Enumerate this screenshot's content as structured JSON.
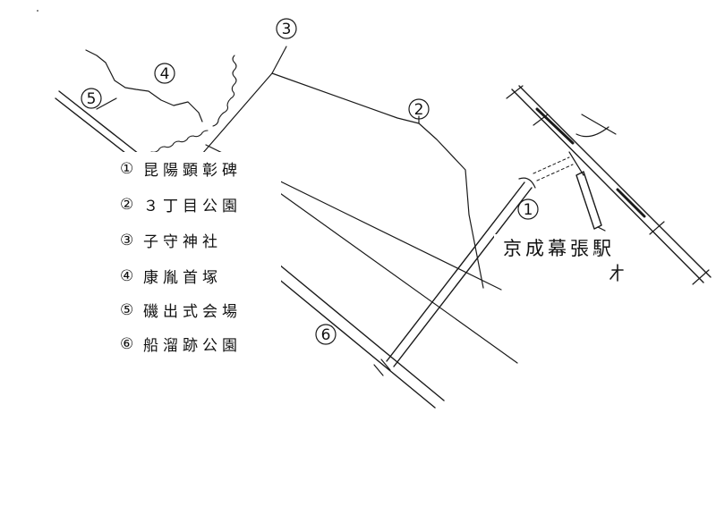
{
  "legend": [
    {
      "marker": "①",
      "name": "昆陽顕彰碑"
    },
    {
      "marker": "②",
      "name": "３丁目公園"
    },
    {
      "marker": "③",
      "name": "子守神社"
    },
    {
      "marker": "④",
      "name": "康胤首塚"
    },
    {
      "marker": "⑤",
      "name": "磯出式会場"
    },
    {
      "marker": "⑥",
      "name": "船溜跡公園"
    }
  ],
  "map_markers": {
    "m1": "1",
    "m2": "2",
    "m3": "3",
    "m4": "4",
    "m5": "5",
    "m6": "6"
  },
  "station": {
    "name": "京成幕張駅"
  }
}
